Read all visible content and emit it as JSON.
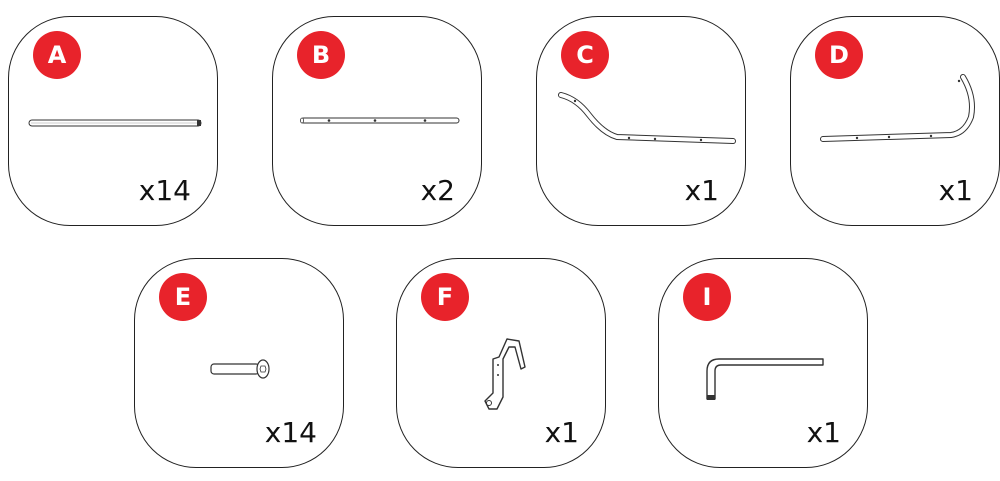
{
  "parts": [
    {
      "letter": "A",
      "qty": "x14",
      "icon": "rod-icon"
    },
    {
      "letter": "B",
      "qty": "x2",
      "icon": "drilled-rod-icon"
    },
    {
      "letter": "C",
      "qty": "x1",
      "icon": "bent-rod-left-icon"
    },
    {
      "letter": "D",
      "qty": "x1",
      "icon": "bent-rod-right-icon"
    },
    {
      "letter": "E",
      "qty": "x14",
      "icon": "bolt-icon"
    },
    {
      "letter": "F",
      "qty": "x1",
      "icon": "bracket-icon"
    },
    {
      "letter": "I",
      "qty": "x1",
      "icon": "allen-key-icon"
    }
  ],
  "colors": {
    "badge": "#e8232b",
    "outline": "#222222"
  }
}
